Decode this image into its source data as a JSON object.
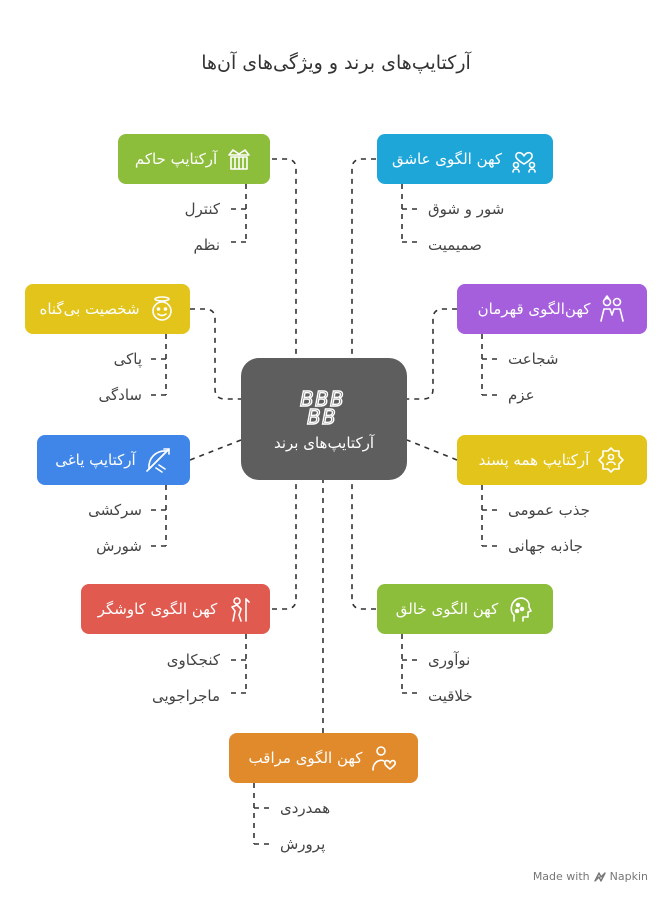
{
  "title": "آرکتایپ‌های برند و ویژگی‌های آن‌ها",
  "center": {
    "label": "آرکتایپ‌های برند",
    "icon": "brand-bbb-icon"
  },
  "archetypes": [
    {
      "key": "ruler",
      "label": "آرکتایپ حاکم",
      "icon": "crown-ruler-icon",
      "color": "#8cbd3b",
      "traits": [
        "کنترل",
        "نظم"
      ]
    },
    {
      "key": "lover",
      "label": "کهن الگوی عاشق",
      "icon": "lovers-icon",
      "color": "#1fa6d9",
      "traits": [
        "شور و شوق",
        "صمیمیت"
      ]
    },
    {
      "key": "innocent",
      "label": "شخصیت بی‌گناه",
      "icon": "angel-face-icon",
      "color": "#e2c41b",
      "traits": [
        "پاکی",
        "سادگی"
      ]
    },
    {
      "key": "hero",
      "label": "کهن‌الگوی قهرمان",
      "icon": "hero-couple-icon",
      "color": "#a55fdc",
      "traits": [
        "شجاعت",
        "عزم"
      ]
    },
    {
      "key": "rebel",
      "label": "آرکتایپ یاغی",
      "icon": "rebel-bow-icon",
      "color": "#3f86e8",
      "traits": [
        "سرکشی",
        "شورش"
      ]
    },
    {
      "key": "everyman",
      "label": "آرکتایپ همه پسند",
      "icon": "badge-person-icon",
      "color": "#e2c41b",
      "traits": [
        "جذب عمومی",
        "جاذبه جهانی"
      ]
    },
    {
      "key": "explorer",
      "label": "کهن الگوی کاوشگر",
      "icon": "explorer-icon",
      "color": "#e05a4f",
      "traits": [
        "کنجکاوی",
        "ماجراجویی"
      ]
    },
    {
      "key": "creator",
      "label": "کهن الگوی خالق",
      "icon": "creator-head-icon",
      "color": "#8cbd3b",
      "traits": [
        "نوآوری",
        "خلاقیت"
      ]
    },
    {
      "key": "caregiver",
      "label": "کهن الگوی مراقب",
      "icon": "caregiver-icon",
      "color": "#e08a2c",
      "traits": [
        "همدردی",
        "پرورش"
      ]
    }
  ],
  "footer": {
    "made_with": "Made with",
    "brand": "Napkin"
  }
}
